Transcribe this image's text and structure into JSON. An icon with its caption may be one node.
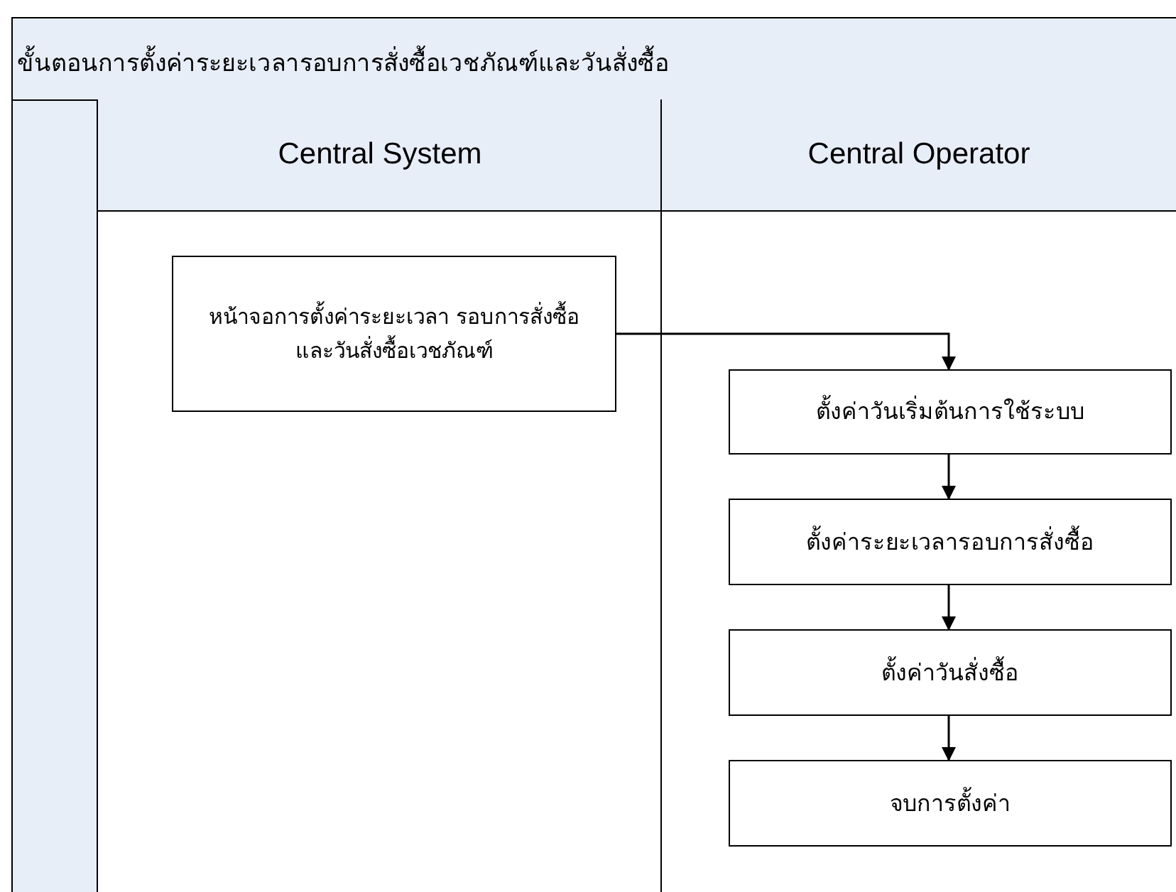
{
  "diagram": {
    "title": "ขั้นตอนการตั้งค่าระยะเวลารอบการสั่งซื้อเวชภัณฑ์และวันสั่งซื้อ",
    "nodes": [
      {
        "text": [
          "Central System"
        ]
      },
      {
        "text": [
          "Central Operator"
        ]
      },
      {
        "text": [
          "หน้าจอการตั้งค่าระยะเวลา รอบการสั่งซื้อและวันสั่งซื้อเวชภัณฑ์"
        ],
        "in": 0
      },
      {
        "text": [
          "ตั้งค่าวันเริ่มต้นการใช้ระบบ"
        ],
        "in": 1
      },
      {
        "text": [
          "ตั้งค่าระยะเวลารอบการสั่งซื้อ"
        ],
        "in": 1
      },
      {
        "text": [
          "ตั้งค่าวันสั่งซื้อ"
        ],
        "in": 1
      },
      {
        "text": [
          "จบการตั้งค่า"
        ],
        "in": 1
      }
    ],
    "edges": [
      {
        "from": 2,
        "to": 3,
        "arrow": "to"
      },
      {
        "from": 3,
        "to": 4,
        "arrow": "to"
      },
      {
        "from": 4,
        "to": 5,
        "arrow": "to"
      },
      {
        "from": 5,
        "to": 6,
        "arrow": "to"
      }
    ]
  }
}
